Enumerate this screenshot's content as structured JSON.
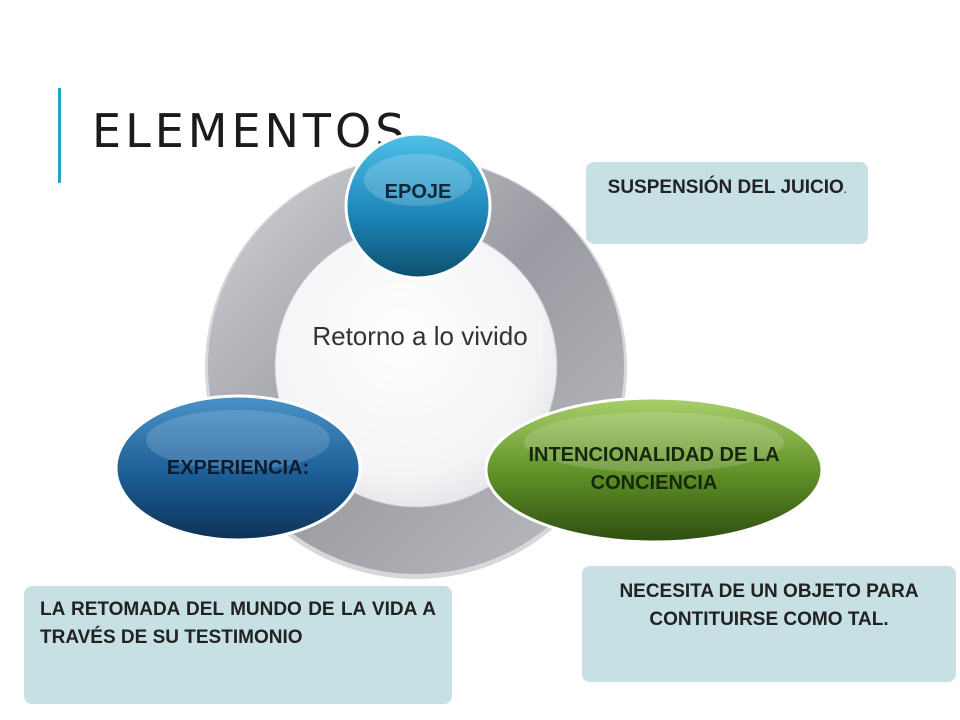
{
  "slide": {
    "title": "ELEMENTOS"
  },
  "diagram": {
    "center": "Retorno a lo vivido",
    "nodes": {
      "epoje": "EPOJE",
      "experiencia": "EXPERIENCIA:",
      "intencionalidad": "INTENCIONALIDAD DE LA CONCIENCIA"
    }
  },
  "callouts": {
    "suspension": {
      "text": "SUSPENSIÓN DEL JUICIO",
      "tail": "."
    },
    "retomada": "LA RETOMADA DEL MUNDO DE LA VIDA A TRAVÉS DE SU TESTIMONIO",
    "objeto": "NECESITA DE UN OBJETO PARA CONTITUIRSE COMO TAL."
  },
  "colors": {
    "accent": "#2aa4c4",
    "ring": "#a7a8ae",
    "epoje": "#1d87ba",
    "experiencia": "#1c5d96",
    "intencionalidad": "#5d8e26",
    "callout": "#c6e0e4"
  }
}
